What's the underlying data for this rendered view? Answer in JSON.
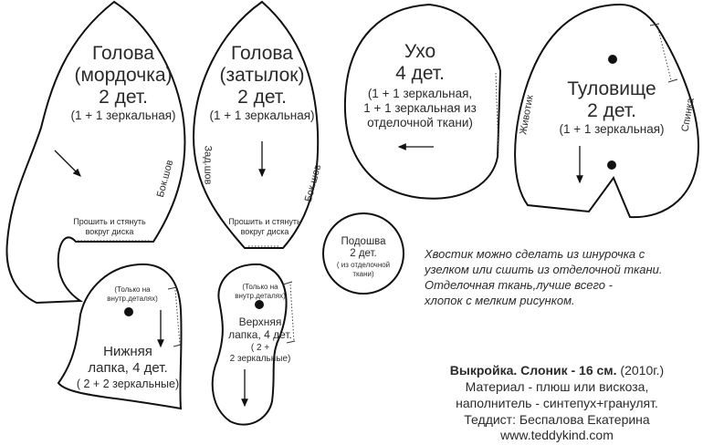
{
  "pieces": {
    "head_face": {
      "title": "Голова",
      "subtitle": "(мордочка)",
      "count": "2 дет.",
      "note": "(1 + 1 зеркальная)",
      "seam_side": "Бок.шов",
      "stitch_note_1": "Прошить и стянуть",
      "stitch_note_2": "вокруг диска"
    },
    "head_back": {
      "title": "Голова",
      "subtitle": "(затылок)",
      "count": "2 дет.",
      "note": "(1 + 1 зеркальная)",
      "seam_back": "Зад.шов",
      "seam_side": "Бок.шов",
      "stitch_note_1": "Прошить и стянуть",
      "stitch_note_2": "вокруг диска"
    },
    "ear": {
      "title": "Ухо",
      "count": "4 дет.",
      "note_1": "(1 + 1 зеркальная,",
      "note_2": "1 + 1 зеркальная из",
      "note_3": "отделочной ткани)"
    },
    "body": {
      "title": "Туловище",
      "count": "2 дет.",
      "note": "(1 + 1 зеркальная)",
      "label_belly": "Животик",
      "label_back": "Спинка"
    },
    "sole": {
      "title": "Подошва",
      "count": "2 дет.",
      "note_1": "( из отделочной",
      "note_2": "ткани)"
    },
    "lower_paw": {
      "hint_1": "(Только на",
      "hint_2": "внутр.деталях)",
      "title": "Нижняя",
      "count": "лапка, 4 дет.",
      "note": "( 2 + 2 зеркальные)"
    },
    "upper_paw": {
      "hint_1": "(Только на",
      "hint_2": "внутр.деталях)",
      "title": "Верхняя",
      "count": "лапка, 4 дет.",
      "note_1": "( 2 +",
      "note_2": "2 зеркальные)"
    }
  },
  "tail_note": [
    "Хвостик можно сделать из шнурочка с",
    "узелком или сшить из отделочной ткани.",
    "Отделочная ткань,лучше всего -",
    "хлопок с мелким рисунком."
  ],
  "credits": {
    "title_bold": "Выкройка. Слоник - 16 см.",
    "year": " (2010г.)",
    "material": "Материал - плюш или вискоза,",
    "filler": "наполнитель - синтепух+гранулят.",
    "author": "Теддист: Беспалова Екатерина",
    "website": "www.teddykind.com"
  },
  "colors": {
    "line": "#111111",
    "text": "#2a2a2a",
    "background": "#ffffff"
  },
  "icons": [
    "grain-arrow-icon",
    "placement-dot-icon",
    "stitch-line-icon"
  ]
}
